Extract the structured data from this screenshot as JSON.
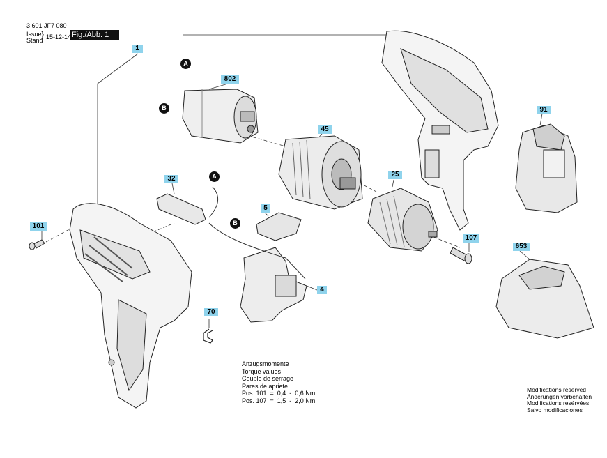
{
  "header": {
    "doc_number": "3 601 JF7 080",
    "issue_label": "Issue",
    "stand_label": "Stand",
    "date": "15-12-14",
    "figure_label": "Fig./Abb. 1"
  },
  "parts": [
    {
      "id": "1",
      "label": "1"
    },
    {
      "id": "802",
      "label": "802"
    },
    {
      "id": "45",
      "label": "45"
    },
    {
      "id": "91",
      "label": "91"
    },
    {
      "id": "32",
      "label": "32"
    },
    {
      "id": "5",
      "label": "5"
    },
    {
      "id": "25",
      "label": "25"
    },
    {
      "id": "101",
      "label": "101"
    },
    {
      "id": "107",
      "label": "107"
    },
    {
      "id": "653",
      "label": "653"
    },
    {
      "id": "4",
      "label": "4"
    },
    {
      "id": "70",
      "label": "70"
    }
  ],
  "connectors": {
    "a": "A",
    "b": "B"
  },
  "torque": {
    "lines": [
      "Anzugsmomente",
      "Torque values",
      "Couple de serrage",
      "Pares de apriete"
    ],
    "pos101": "Pos. 101  =  0,4  -  0,6 Nm",
    "pos107": "Pos. 107  =  1,5  -  2,0 Nm"
  },
  "modifications": [
    "Modifications reserved",
    "Änderungen vorbehalten",
    "Modifications resérvées",
    "Salvo modificaciones"
  ],
  "colors": {
    "label_bg": "#8fd3ec",
    "line": "#333333",
    "header_bg": "#111111"
  }
}
